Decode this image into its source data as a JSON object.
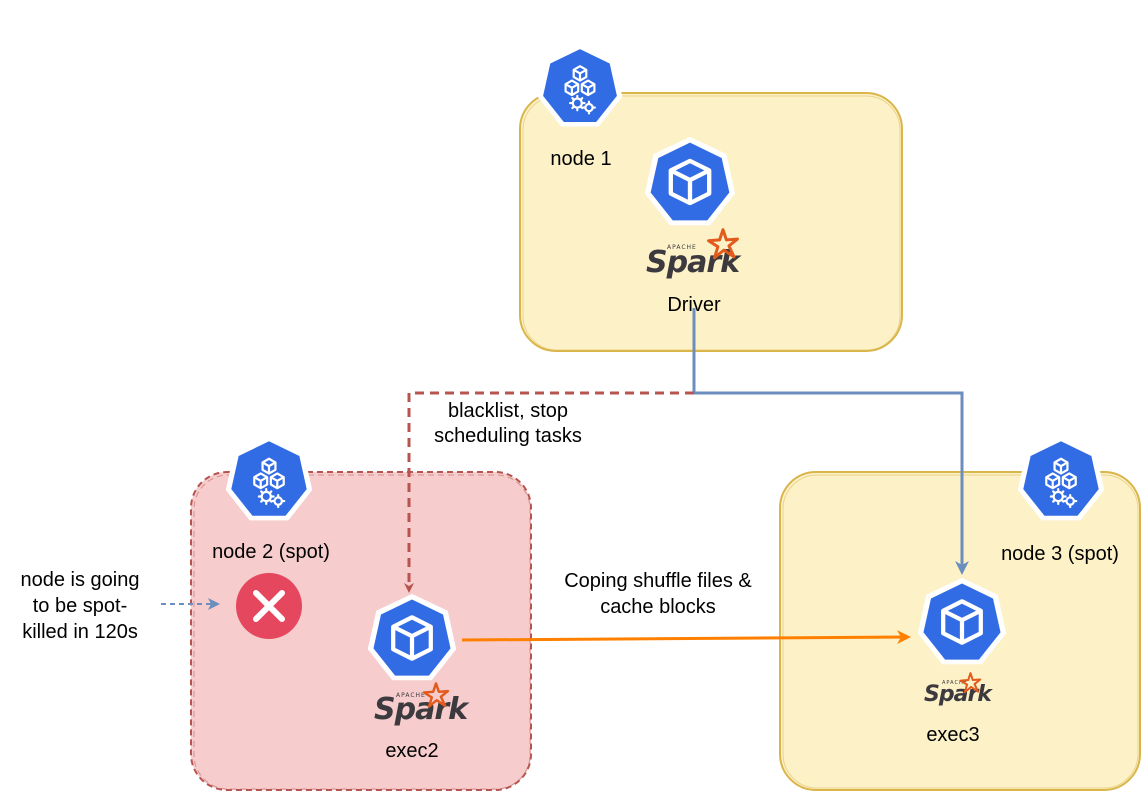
{
  "colors": {
    "node_fill": "#fdf1c8",
    "node_stroke": "#d9b54a",
    "spot_fill": "#f6cccc",
    "spot_stroke": "#b85450",
    "k8s_blue": "#326ce5",
    "blacklist_arrow": "#b85450",
    "driver_arrow": "#6c8ebf",
    "copy_arrow": "#ff8000",
    "kill_icon": "#e5475e",
    "spark_star": "#e25a1c"
  },
  "icons": {
    "node": "kubernetes-node-icon",
    "pod": "kubernetes-pod-icon",
    "spark": "apache-spark-logo",
    "kill": "x-circle-icon"
  },
  "spark_logo": {
    "apache": "APACHE",
    "spark": "Spark"
  },
  "nodes": {
    "node1": {
      "label": "node 1",
      "component": "Driver"
    },
    "node2": {
      "label": "node 2 (spot)",
      "component": "exec2"
    },
    "node3": {
      "label": "node 3 (spot)",
      "component": "exec3"
    }
  },
  "edges": {
    "blacklist": {
      "line1": "blacklist, stop",
      "line2": "scheduling tasks"
    },
    "copy": {
      "line1": "Coping shuffle files &",
      "line2": "cache blocks"
    },
    "warning": {
      "line1": "node is going",
      "line2": "to be spot-",
      "line3": "killed in 120s"
    }
  }
}
